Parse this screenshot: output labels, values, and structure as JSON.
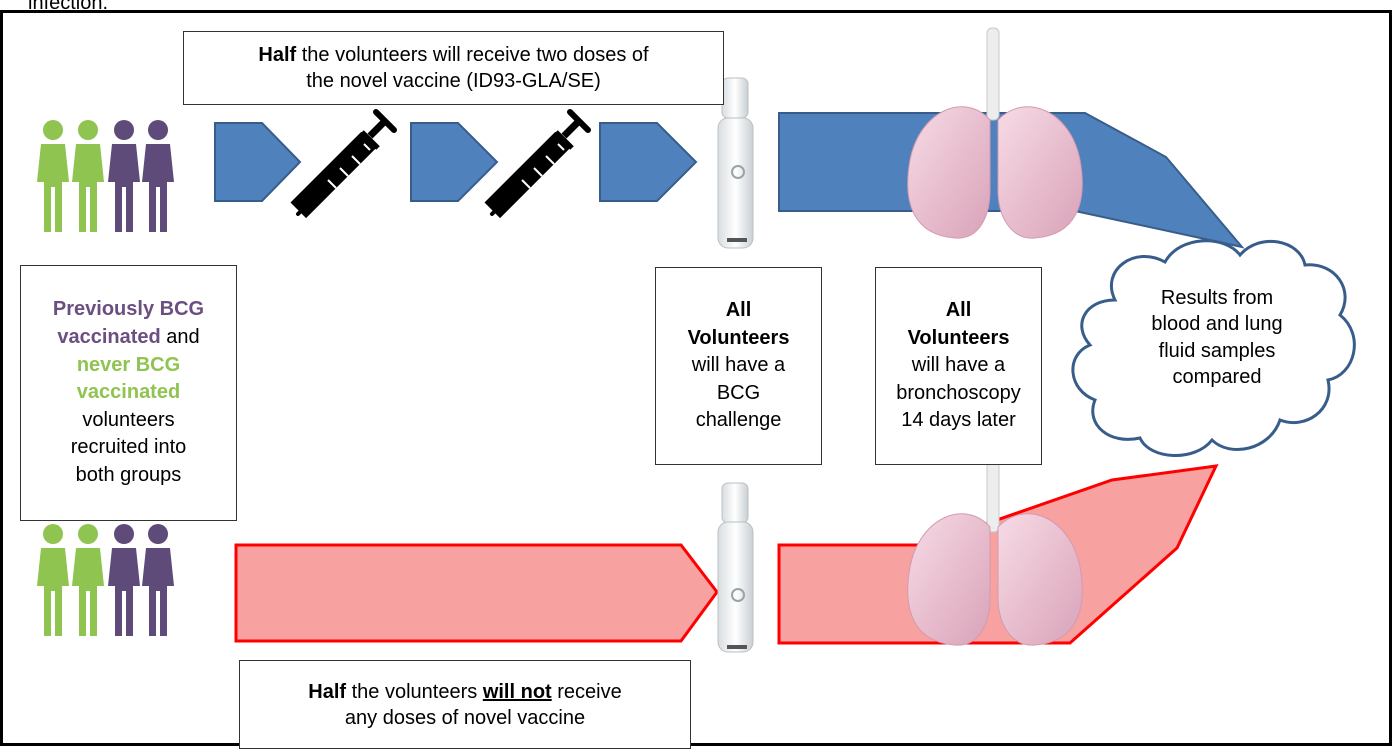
{
  "top_cut_text": "infection.",
  "top_box": {
    "bold": "Half",
    "line1_rest": " the volunteers will receive two doses of",
    "line2": "the novel vaccine (ID93-GLA/SE)"
  },
  "left_box": {
    "purple1": "Previously BCG",
    "purple2": "vaccinated",
    "and": " and",
    "green1": "never BCG",
    "green2": "vaccinated",
    "line_a": "volunteers",
    "line_b": "recruited into",
    "line_c": "both groups"
  },
  "challenge_box": {
    "bold1": "All",
    "bold2": "Volunteers",
    "l1": "will have a",
    "l2": "BCG",
    "l3": "challenge"
  },
  "bronch_box": {
    "bold1": "All",
    "bold2": "Volunteers",
    "l1": "will have a",
    "l2": "bronchoscopy",
    "l3": "14 days later"
  },
  "cloud": {
    "l1": "Results from",
    "l2": "blood and lung",
    "l3": "fluid samples",
    "l4": "compared"
  },
  "bottom_box": {
    "bold": "Half",
    "mid": " the volunteers ",
    "underlined": "will not",
    "rest": " receive",
    "line2": "any doses of novel vaccine"
  },
  "colors": {
    "blue_fill": "#4f81bd",
    "blue_stroke": "#385d8a",
    "pink_fill": "#f7a1a1",
    "red_stroke": "#ff0000",
    "purple": "#6b4f83",
    "green": "#8fc451"
  }
}
